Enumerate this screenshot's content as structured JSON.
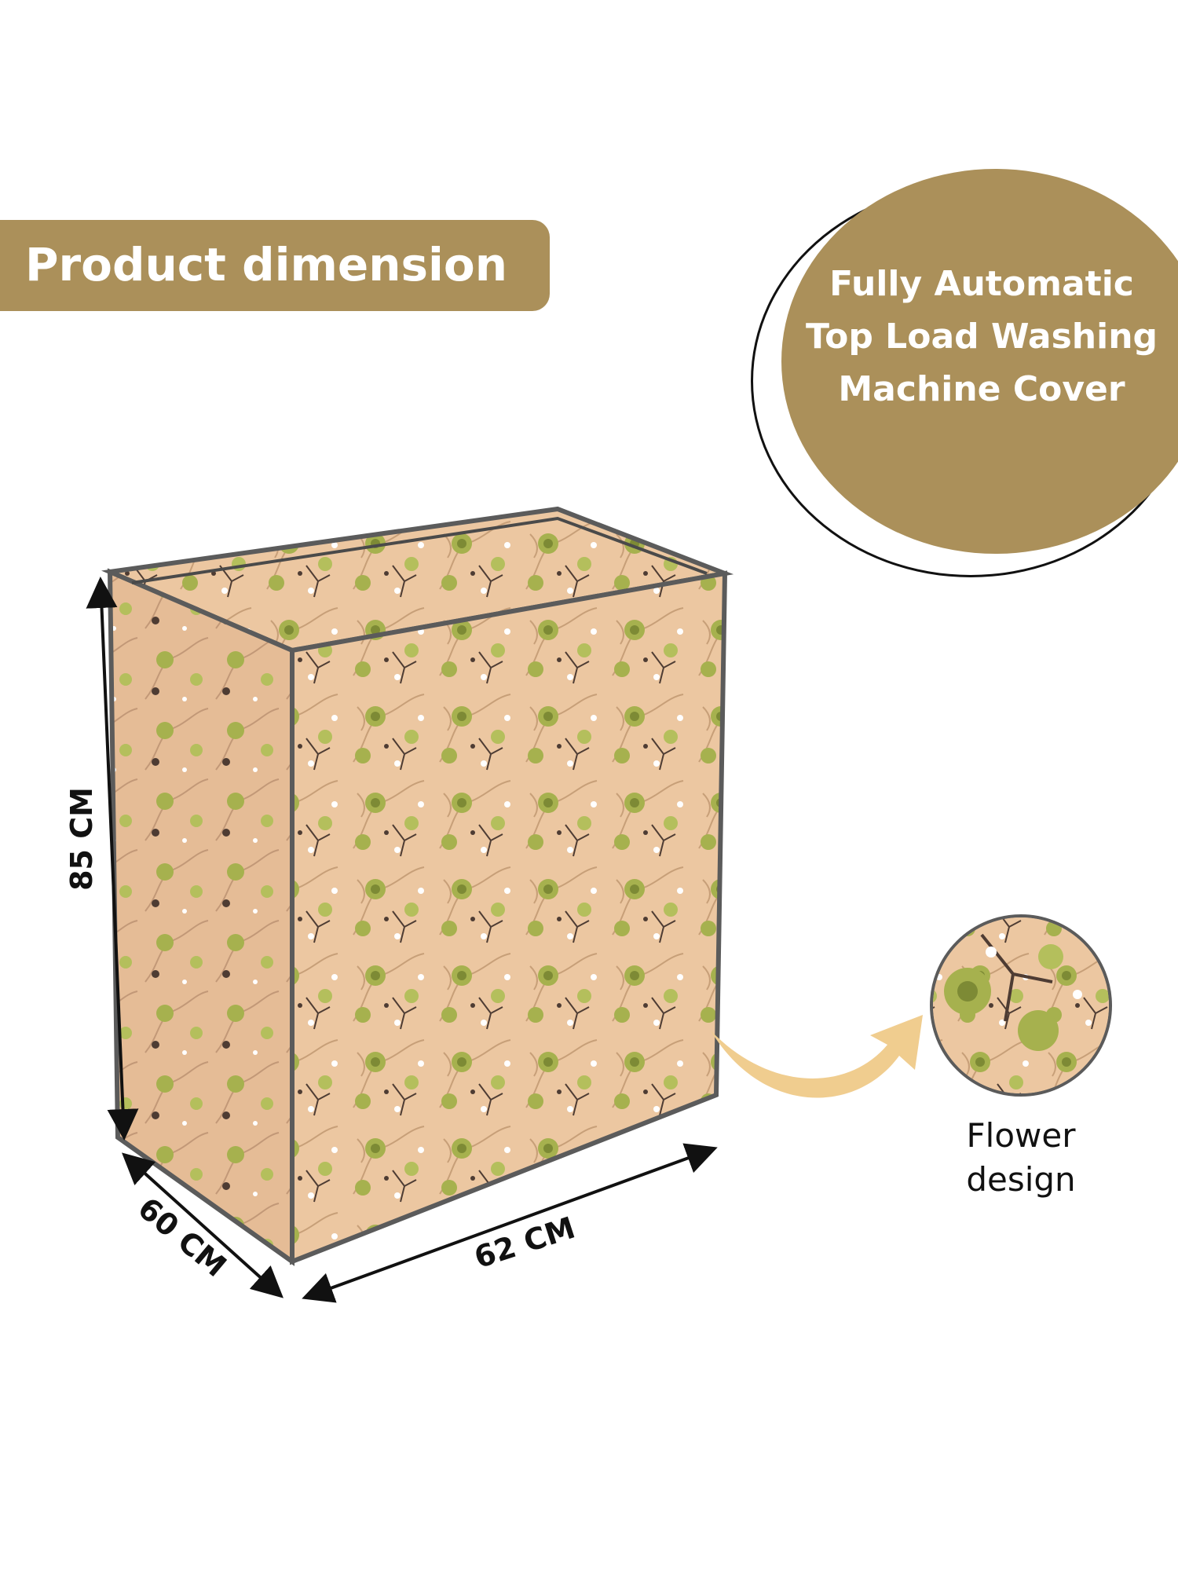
{
  "banner": {
    "label": "Product dimension"
  },
  "badge": {
    "lines": [
      "Fully Automatic",
      "Top Load Washing",
      "Machine Cover"
    ]
  },
  "dimensions": {
    "height": "85 CM",
    "depth": "60 CM",
    "width": "62 CM"
  },
  "callout": {
    "label_line1": "Flower",
    "label_line2": "design"
  },
  "colors": {
    "brand": "#ab905a",
    "cover_base": "#ecc7a1",
    "leaf_green": "#a6b14e",
    "stem_brown": "#4e3c33",
    "piping": "#5b5b5b",
    "arrow": "#f0cd8f"
  },
  "icons": [
    "arrow-icon",
    "flower-swatch-icon"
  ]
}
